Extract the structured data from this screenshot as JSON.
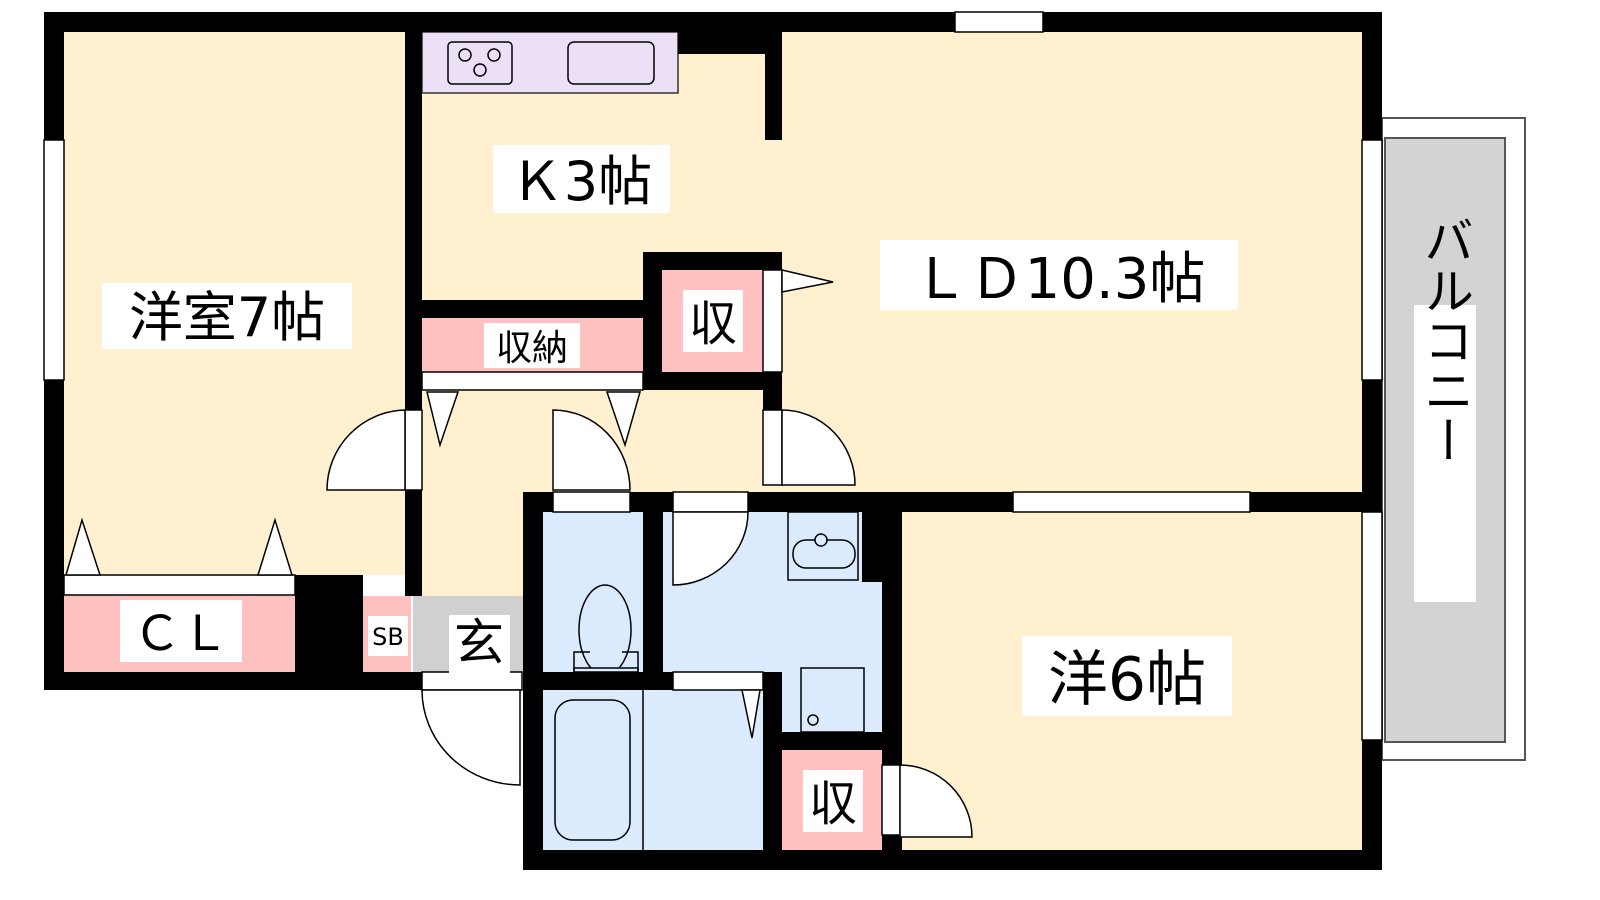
{
  "rooms": {
    "western7": "洋室7帖",
    "kitchen": "Ｋ3帖",
    "ld": "ＬＤ10.3帖",
    "storage_hall": "収納",
    "storage_ld": "収",
    "closet": "ＣＬ",
    "shoebox": "SB",
    "entrance": "玄",
    "western6": "洋6帖",
    "storage_6": "収",
    "balcony": "バルコニー"
  },
  "colors": {
    "floor": "#fff1cf",
    "storage": "#ffc0c0",
    "wet": "#dbeafc",
    "entrance": "#d0d0d0",
    "kitchen_counter": "#ece0f6",
    "balcony": "#d3d3d3",
    "wall": "#000000"
  }
}
